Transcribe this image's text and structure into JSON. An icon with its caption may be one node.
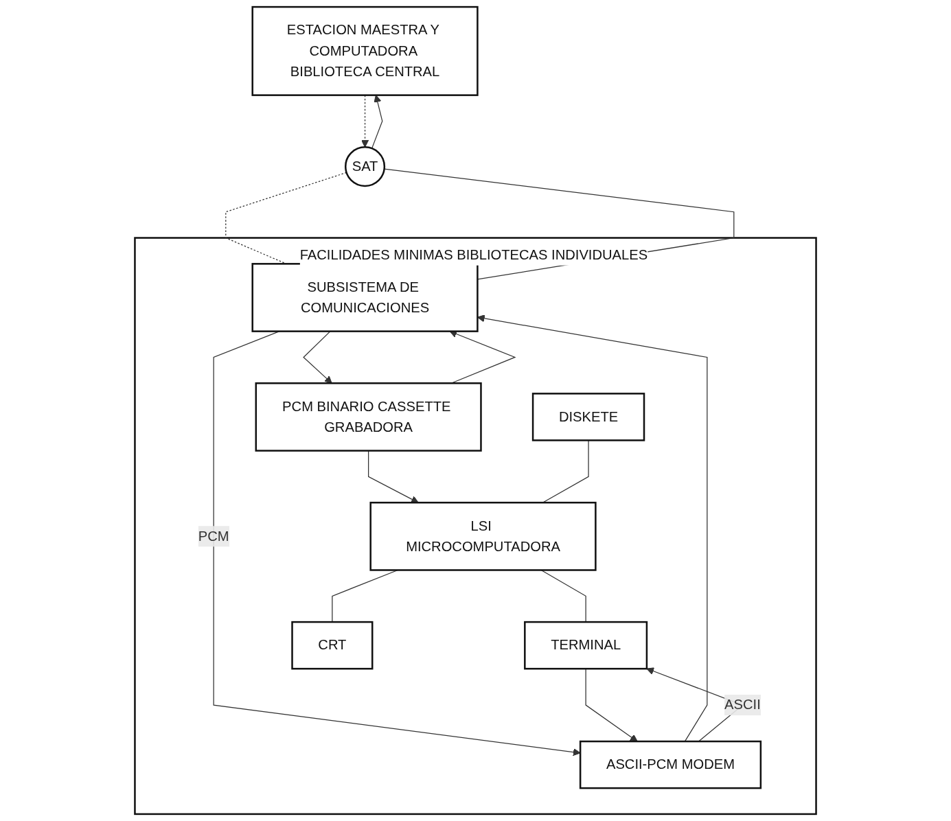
{
  "diagram": {
    "nodes": [
      {
        "text": [
          "ESTACION MAESTRA Y COMPUTADORA BIBLIOTECA CENTRAL"
        ]
      },
      {
        "text": [
          "SAT"
        ]
      },
      {
        "text": [
          "FACILIDADES MINIMAS BIBLIOTECAS INDIVIDUALES"
        ]
      },
      {
        "text": [
          "PCM BINARIO CASSETTE GRABADORA"
        ],
        "in": 2
      },
      {
        "text": [
          "SUBSISTEMA DE COMUNICACIONES"
        ],
        "in": 2
      },
      {
        "text": [
          "ASCII-PCM MODEM"
        ],
        "in": 2
      },
      {
        "text": [
          "DISKETE"
        ],
        "in": 2
      },
      {
        "text": [
          "LSI MICROCOMPUTADORA"
        ],
        "in": 2
      },
      {
        "text": [
          "TERMINAL"
        ],
        "in": 2
      },
      {
        "text": [
          "CRT"
        ],
        "in": 2
      }
    ],
    "edges": [
      {
        "from": 1,
        "to": 0,
        "arrow": "to"
      },
      {
        "from": 0,
        "to": 1,
        "arrow": "to",
        "style": "dashed"
      },
      {
        "from": 1,
        "to": 4,
        "arrow": "none",
        "style": "dashed"
      },
      {
        "from": 1,
        "to": 4,
        "arrow": "none"
      },
      {
        "from": 3,
        "to": 4,
        "arrow": "to"
      },
      {
        "from": 4,
        "to": 3,
        "arrow": "to"
      },
      {
        "from": 3,
        "to": 7,
        "arrow": "to"
      },
      {
        "from": 5,
        "to": 4,
        "arrow": "to"
      },
      {
        "from": 4,
        "to": 5,
        "arrow": "to",
        "label": "PCM"
      },
      {
        "from": 8,
        "to": 5,
        "arrow": "to"
      },
      {
        "from": 5,
        "to": 8,
        "arrow": "to",
        "label": "ASCII"
      },
      {
        "from": 6,
        "to": 7,
        "arrow": "none"
      },
      {
        "from": 7,
        "to": 8,
        "arrow": "none"
      },
      {
        "from": 7,
        "to": 9,
        "arrow": "none"
      }
    ]
  }
}
